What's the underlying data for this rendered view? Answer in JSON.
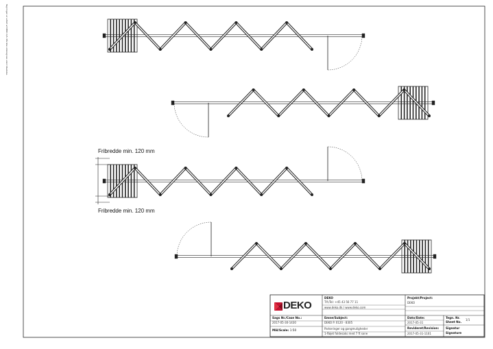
{
  "side_note": "Tegningen er udført af DEKO A/S. Må ikke videregives uden tilladelse.",
  "labels": {
    "fri_top": "Fribredde min. 120 mm",
    "fri_bottom": "Fribredde min. 120 mm"
  },
  "title_block": {
    "logo_text": "DEKO",
    "company": {
      "name": "DEKO",
      "tel": "Tlf./Tel: +45 43 56 77 11",
      "web": "www.deko.dk / www.deko.com"
    },
    "project": {
      "label": "Projekt/Project:",
      "value": "DEKO"
    },
    "case": {
      "label": "Sags Nr./Case No.:",
      "value": "2017-05-30-1430"
    },
    "subject": {
      "label": "Emne/Subject:",
      "value": "DEKO P. 0120 - 8305",
      "line2": "Parkeringer og gangmuligheder",
      "line3": "1-fløjet foldesaks med 7 ft sone"
    },
    "date": {
      "label": "Dato/Date:",
      "value": "2017-05-31"
    },
    "drawing_no": {
      "label": "Tegn. Nr.",
      "label2": "Sheet No.",
      "value": "1/1"
    },
    "scale": {
      "label": "Mål/Scale:",
      "value": "1:50"
    },
    "revision": {
      "label": "Revideret/Revision:",
      "value": "2017-05-31-1101"
    },
    "signature": {
      "label": "Signatur",
      "label2": "Signature"
    }
  }
}
